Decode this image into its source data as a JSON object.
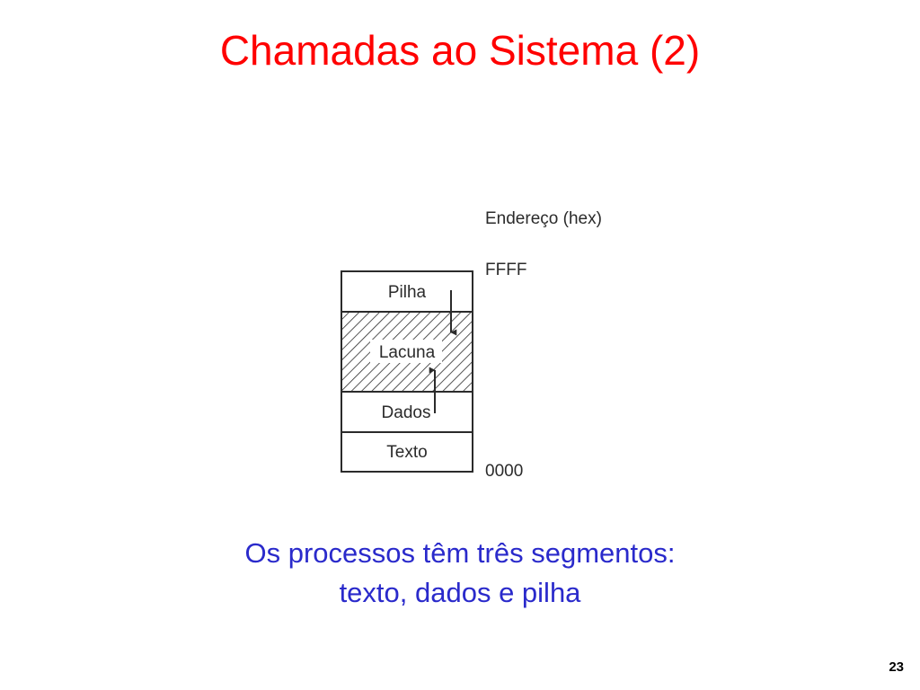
{
  "slide": {
    "title": "Chamadas ao Sistema (2)",
    "caption_line_1": "Os processos têm três segmentos:",
    "caption_line_2": "texto, dados e pilha",
    "page_number": "23"
  },
  "diagram": {
    "address_header": "Endereço (hex)",
    "address_top": "FFFF",
    "address_bottom": "0000",
    "segments": {
      "stack": "Pilha",
      "gap": "Lacuna",
      "data": "Dados",
      "text": "Texto"
    }
  },
  "colors": {
    "title": "#ff0000",
    "caption": "#2a2acb",
    "diagram_lines": "#2b2b2b"
  }
}
